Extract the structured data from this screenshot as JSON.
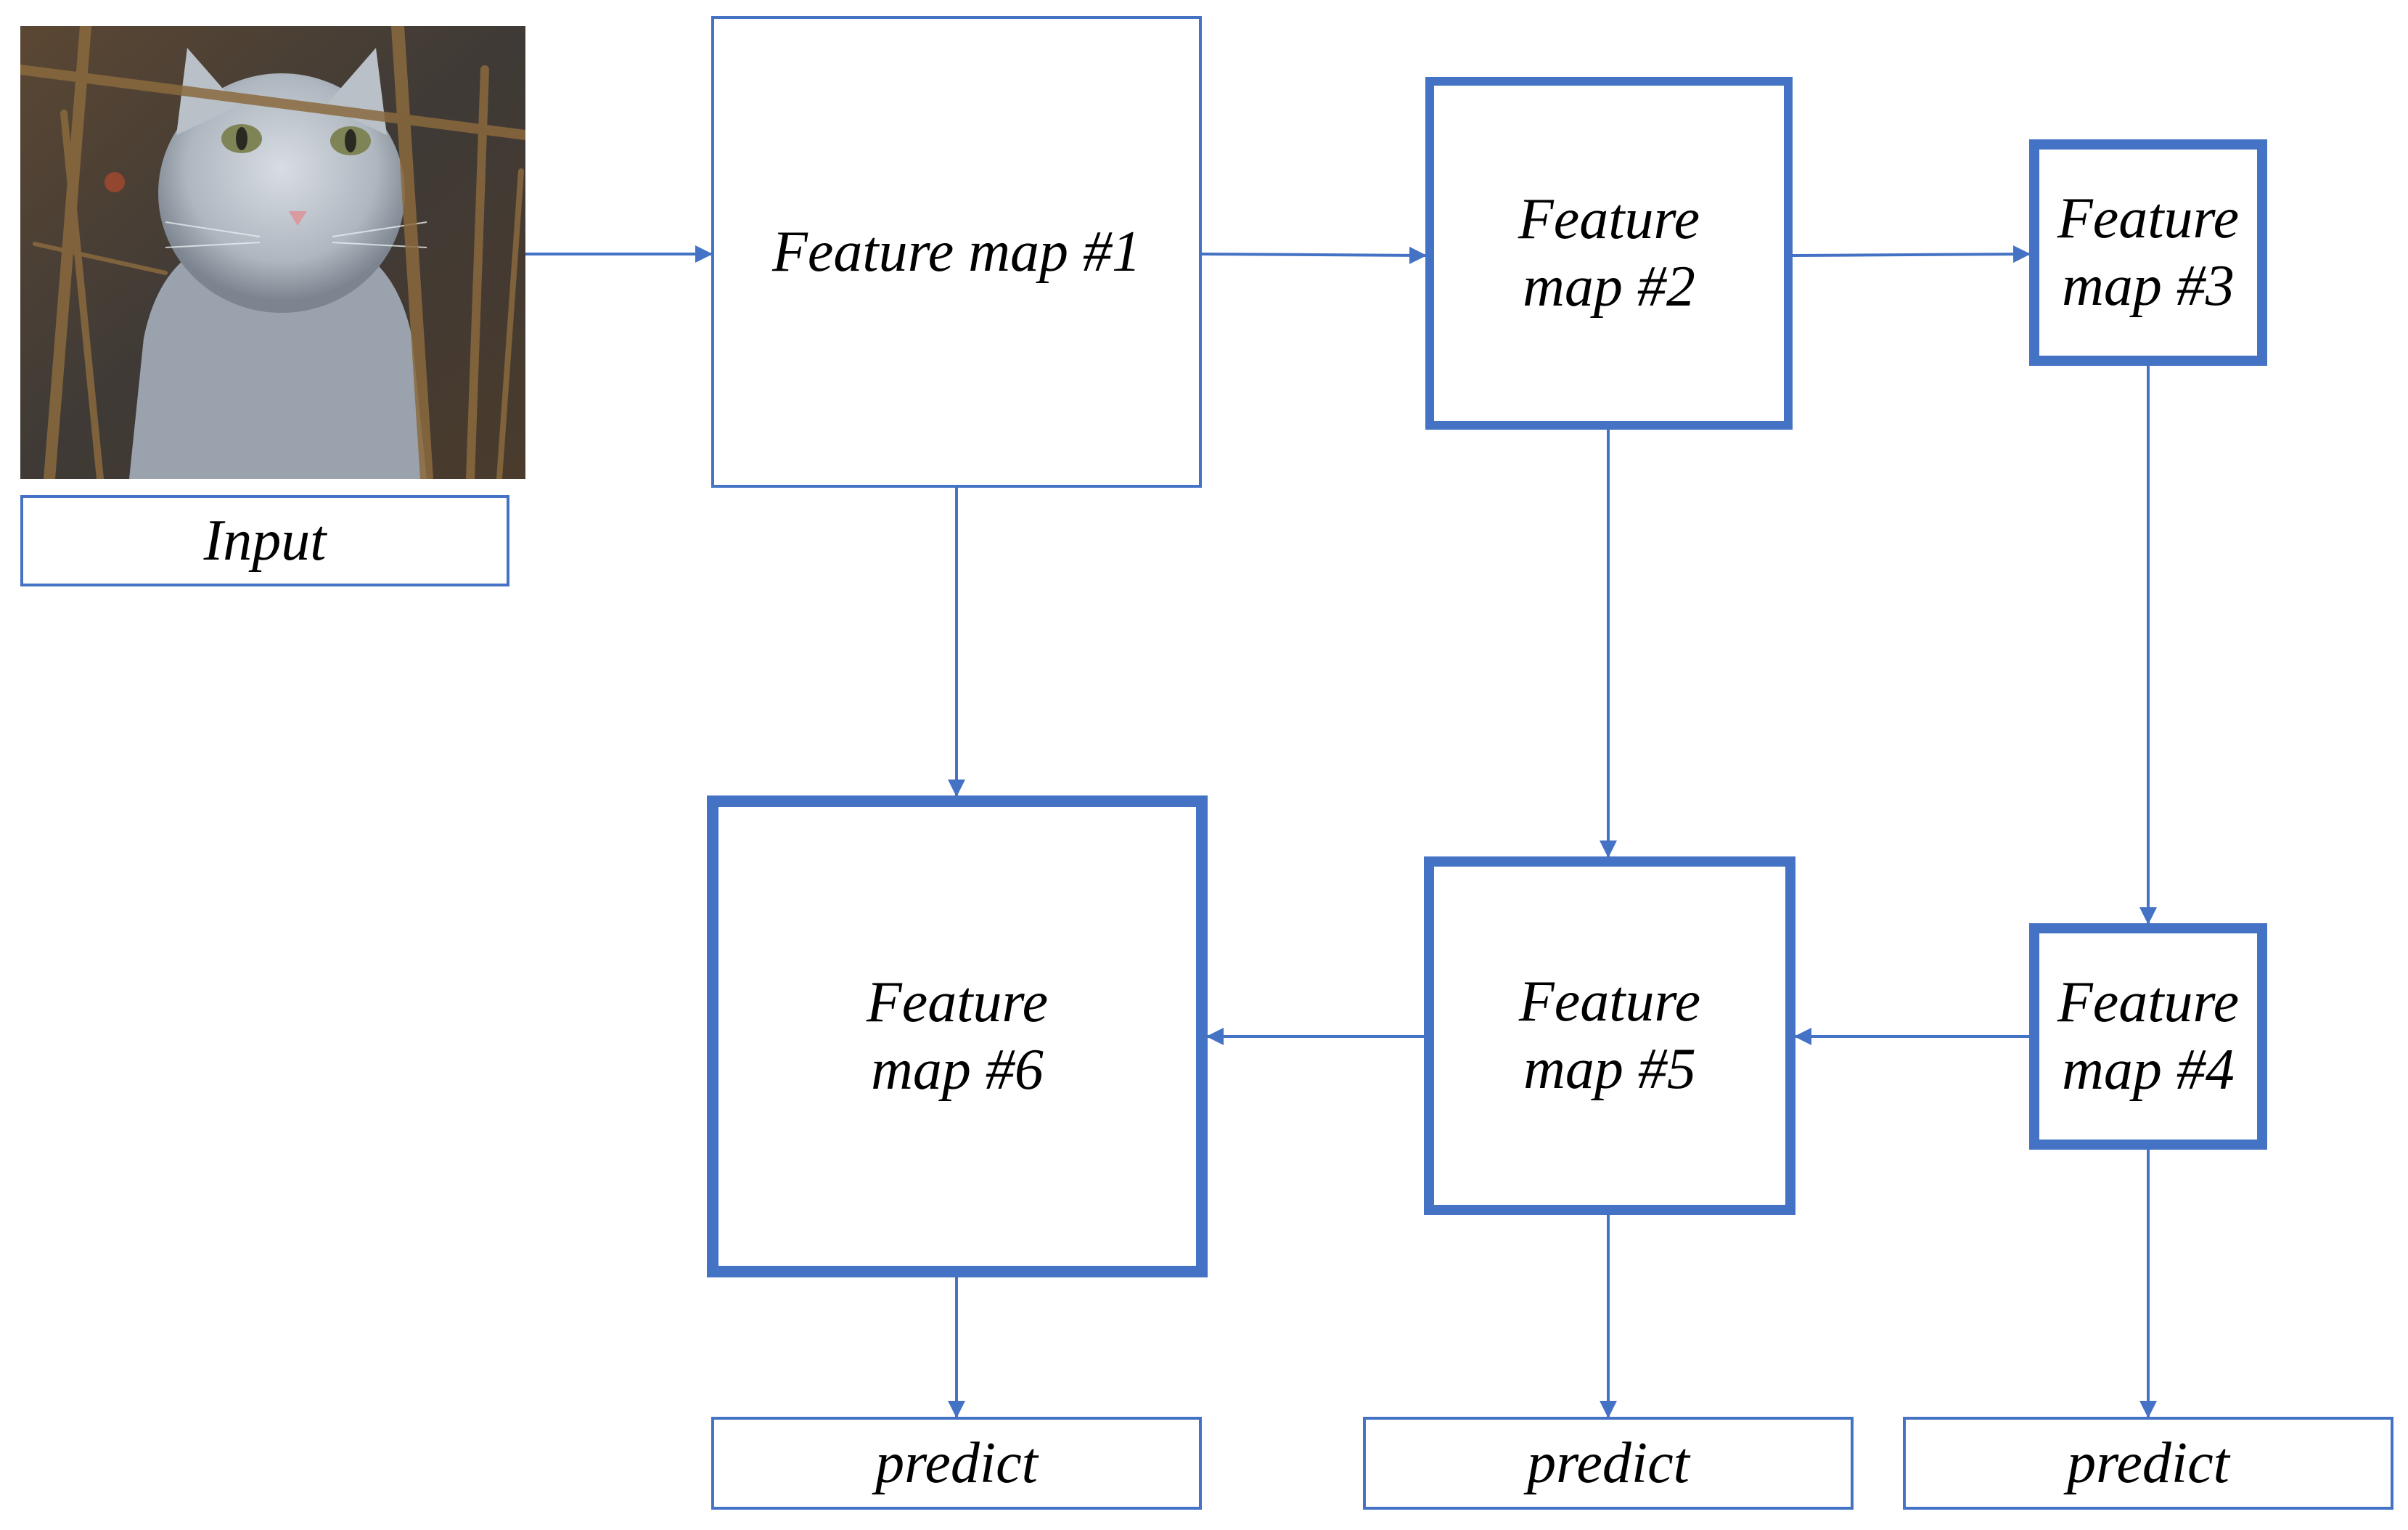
{
  "diagram": {
    "input_label": "Input",
    "input_image": "cat-photo",
    "feature_maps": [
      {
        "id": "fm1",
        "line1": "Feature map #1",
        "line2": ""
      },
      {
        "id": "fm2",
        "line1": "Feature",
        "line2": "map #2"
      },
      {
        "id": "fm3",
        "line1": "Feature",
        "line2": "map #3"
      },
      {
        "id": "fm4",
        "line1": "Feature",
        "line2": "map #4"
      },
      {
        "id": "fm5",
        "line1": "Feature",
        "line2": "map #5"
      },
      {
        "id": "fm6",
        "line1": "Feature",
        "line2": "map #6"
      }
    ],
    "predict_labels": [
      "predict",
      "predict",
      "predict"
    ]
  },
  "colors": {
    "accent": "#4472C4",
    "text": "#000000",
    "background": "#FFFFFF"
  }
}
